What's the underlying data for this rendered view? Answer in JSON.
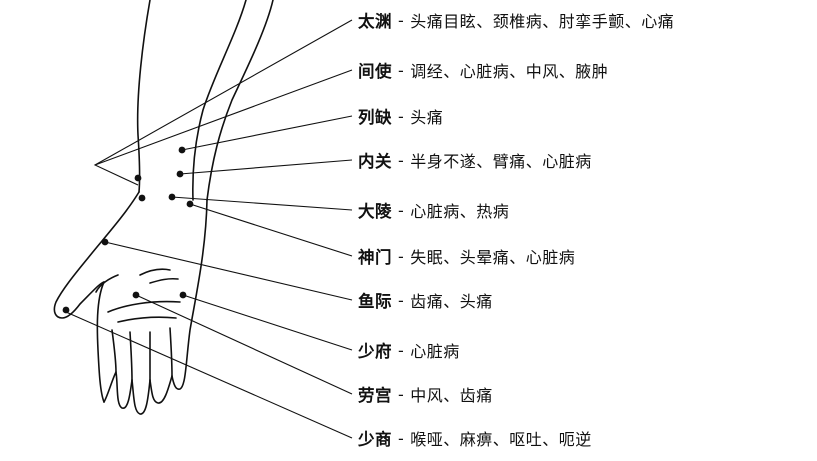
{
  "separator": "-",
  "points": [
    {
      "name": "太渊",
      "indications": "头痛目眩、颈椎病、肘挛手颤、心痛"
    },
    {
      "name": "间使",
      "indications": "调经、心脏病、中风、腋肿"
    },
    {
      "name": "列缺",
      "indications": "头痛"
    },
    {
      "name": "内关",
      "indications": "半身不遂、臂痛、心脏病"
    },
    {
      "name": "大陵",
      "indications": "心脏病、热病"
    },
    {
      "name": "神门",
      "indications": "失眠、头晕痛、心脏病"
    },
    {
      "name": "鱼际",
      "indications": "齿痛、头痛"
    },
    {
      "name": "少府",
      "indications": "心脏病"
    },
    {
      "name": "劳宫",
      "indications": "中风、齿痛"
    },
    {
      "name": "少商",
      "indications": "喉哑、麻痹、呕吐、呃逆"
    }
  ]
}
